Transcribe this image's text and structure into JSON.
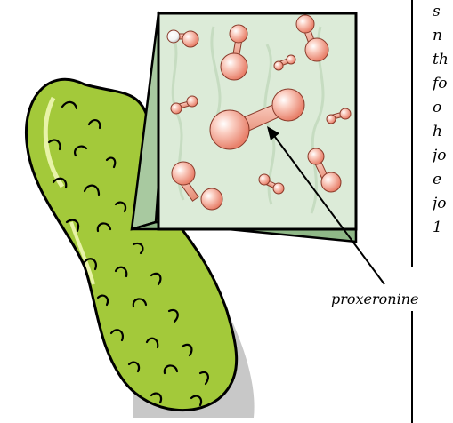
{
  "label": "proxeronine",
  "side_text_lines": [
    "s",
    "n",
    "th",
    "fo",
    "o",
    "h",
    "jo",
    "e",
    "jo",
    "1"
  ],
  "colors": {
    "fruit": "#a3c93a",
    "fruit_dark": "#6f9a1a",
    "molecule": "#f4a48e",
    "panel": "#dcebd8"
  }
}
